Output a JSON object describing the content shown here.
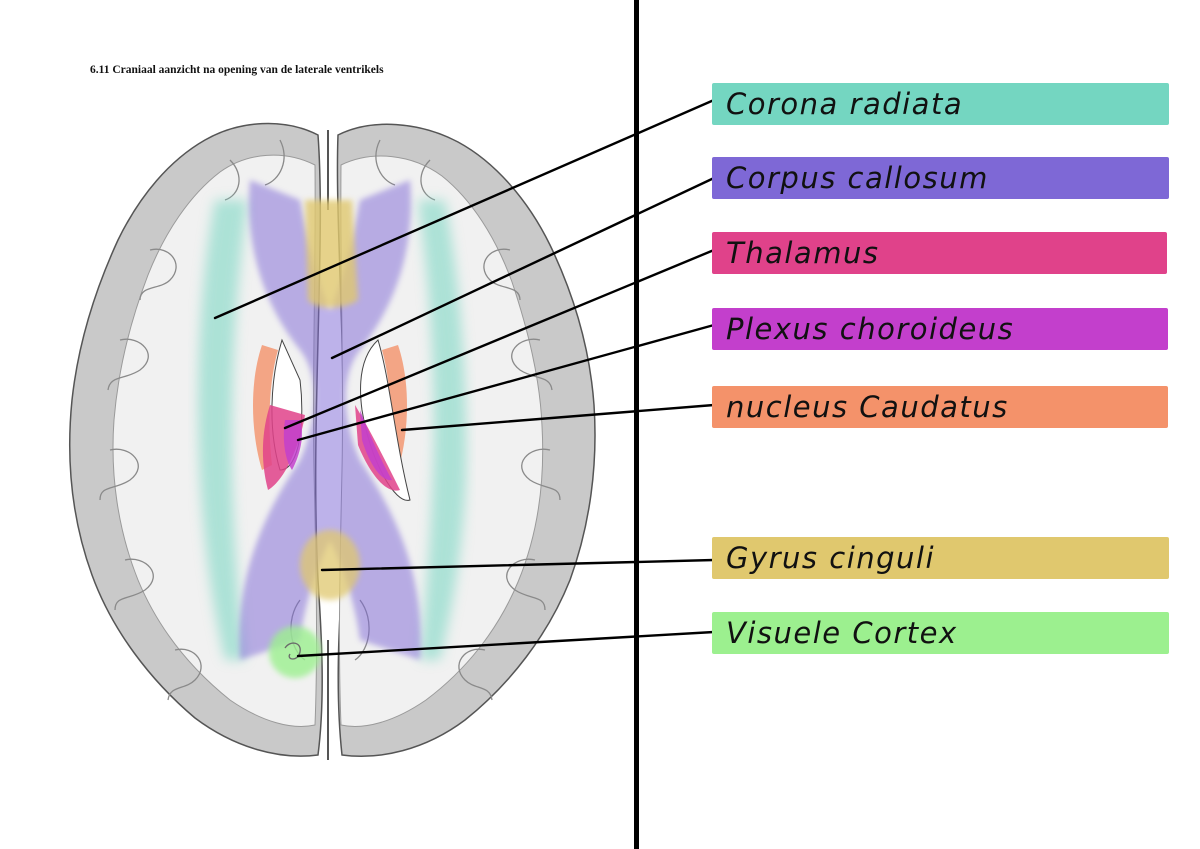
{
  "title": "6.11 Craniaal aanzicht na opening van de laterale ventrikels",
  "labels": [
    {
      "text": "Corona radiata",
      "color": "#74d6c1"
    },
    {
      "text": "Corpus callosum",
      "color": "#7e68d6"
    },
    {
      "text": "Thalamus",
      "color": "#e0428a"
    },
    {
      "text": "Plexus choroideus",
      "color": "#c33fcc"
    },
    {
      "text": "nucleus Caudatus",
      "color": "#f4926a"
    },
    {
      "text": "Gyrus cinguli",
      "color": "#e0c86e"
    },
    {
      "text": "Visuele Cortex",
      "color": "#9cf08f"
    }
  ],
  "colors": {
    "cortex_gray": "#c9c9c9",
    "white_matter": "#f1f1f1",
    "divider": "#000000"
  }
}
